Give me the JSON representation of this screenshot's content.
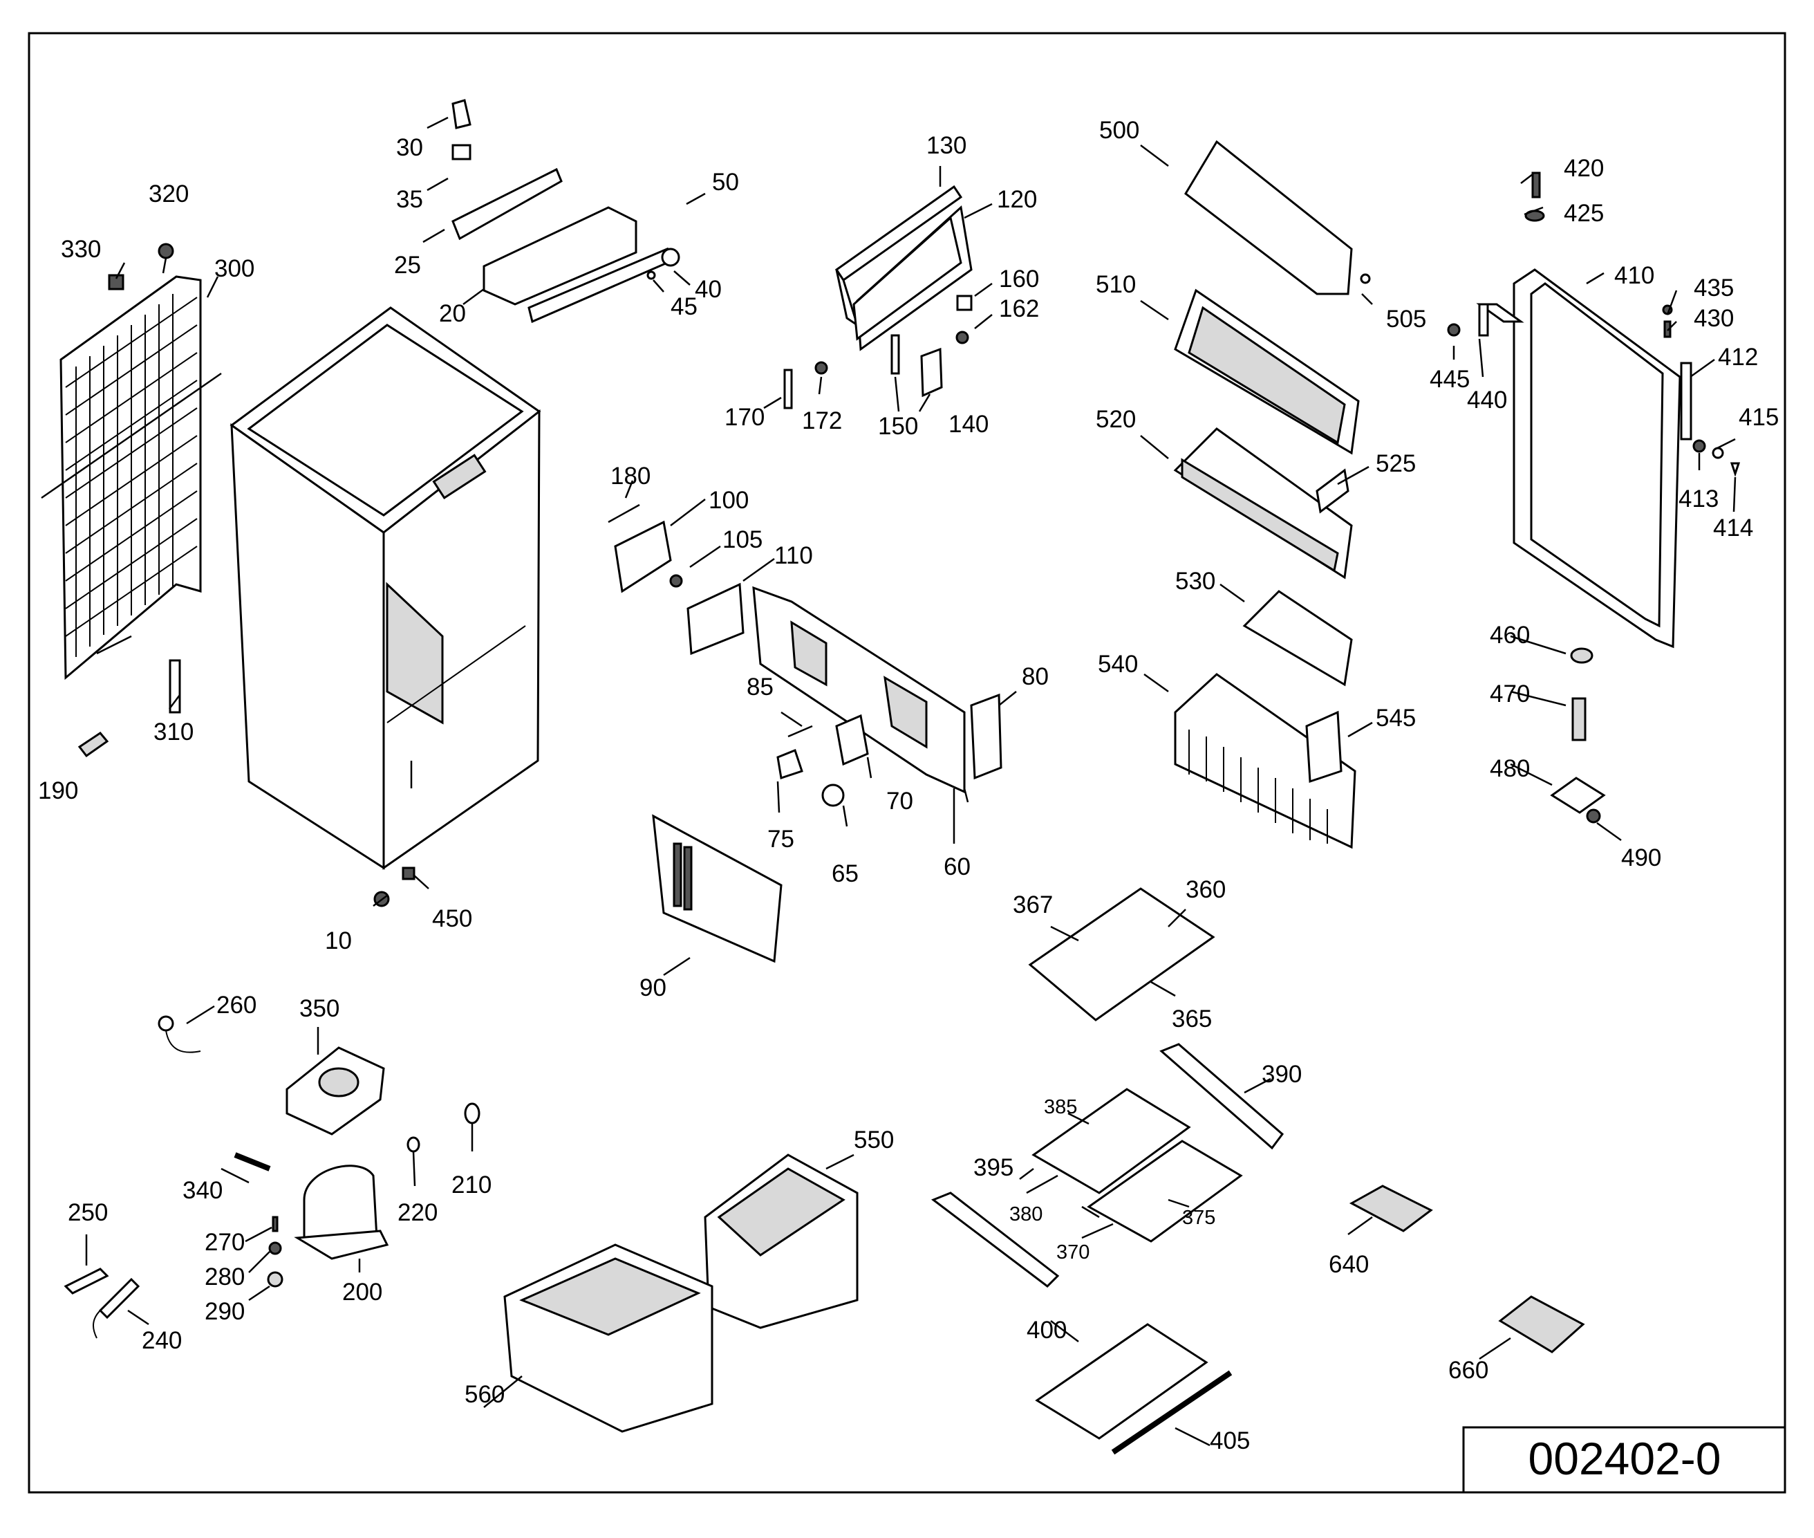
{
  "drawing_number": "002402-0",
  "callouts": {
    "c10": "10",
    "c20": "20",
    "c25": "25",
    "c30": "30",
    "c35": "35",
    "c40": "40",
    "c45": "45",
    "c50": "50",
    "c60": "60",
    "c65": "65",
    "c70": "70",
    "c75": "75",
    "c80": "80",
    "c85": "85",
    "c90": "90",
    "c100": "100",
    "c105": "105",
    "c110": "110",
    "c120": "120",
    "c130": "130",
    "c140": "140",
    "c150": "150",
    "c160": "160",
    "c162": "162",
    "c170": "170",
    "c172": "172",
    "c180": "180",
    "c190": "190",
    "c200": "200",
    "c210": "210",
    "c220": "220",
    "c240": "240",
    "c250": "250",
    "c260": "260",
    "c270": "270",
    "c280": "280",
    "c290": "290",
    "c300": "300",
    "c310": "310",
    "c320": "320",
    "c330": "330",
    "c340": "340",
    "c350": "350",
    "c360": "360",
    "c365": "365",
    "c367": "367",
    "c370": "370",
    "c375": "375",
    "c380": "380",
    "c385": "385",
    "c390": "390",
    "c395": "395",
    "c400": "400",
    "c405": "405",
    "c410": "410",
    "c412": "412",
    "c413": "413",
    "c414": "414",
    "c415": "415",
    "c420": "420",
    "c425": "425",
    "c430": "430",
    "c435": "435",
    "c440": "440",
    "c445": "445",
    "c450": "450",
    "c460": "460",
    "c470": "470",
    "c480": "480",
    "c490": "490",
    "c500": "500",
    "c505": "505",
    "c510": "510",
    "c520": "520",
    "c525": "525",
    "c530": "530",
    "c540": "540",
    "c545": "545",
    "c550": "550",
    "c560": "560",
    "c640": "640",
    "c660": "660"
  }
}
